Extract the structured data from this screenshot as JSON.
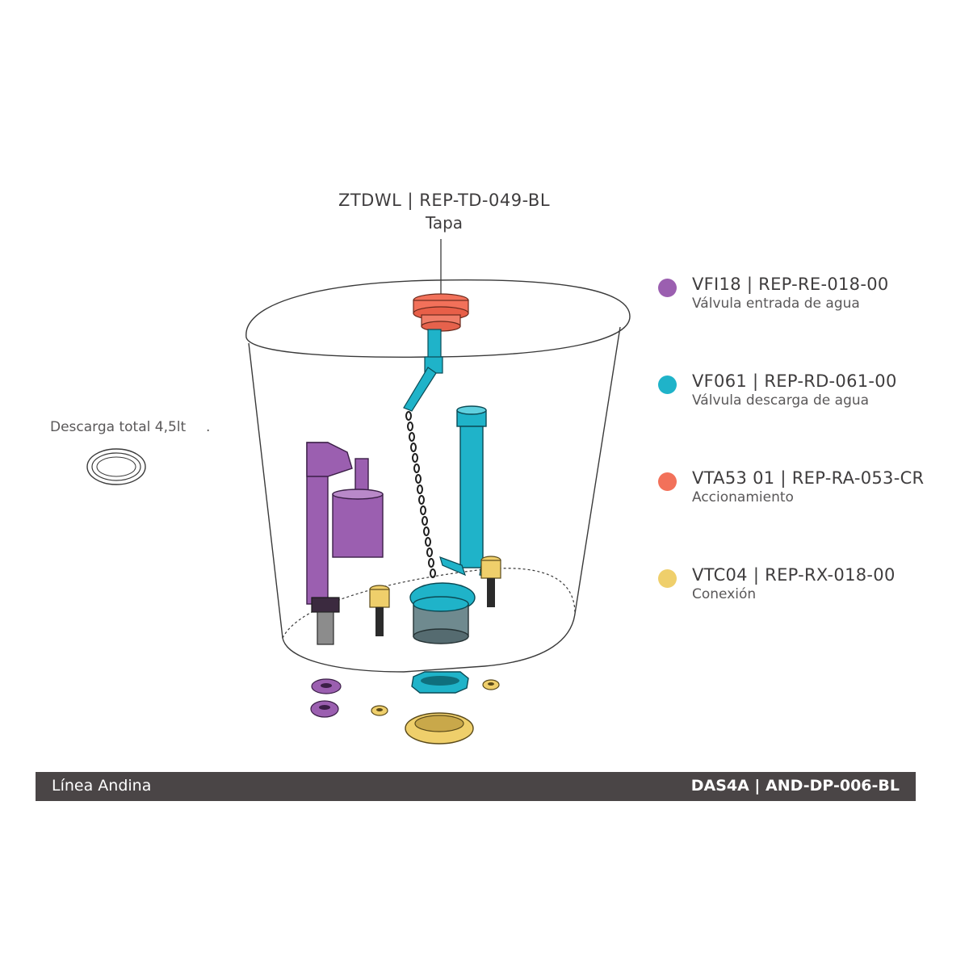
{
  "top_part": {
    "code": "ZTDWL | REP-TD-049-BL",
    "name": "Tapa"
  },
  "legend": [
    {
      "code": "VFI18 | REP-RE-018-00",
      "description": "Válvula entrada de agua",
      "color": "#9b5fb0"
    },
    {
      "code": "VF061 | REP-RD-061-00",
      "description": "Válvula descarga de agua",
      "color": "#1fb3c9"
    },
    {
      "code": "VTA53 01 | REP-RA-053-CR",
      "description": "Accionamiento",
      "color": "#f2715a"
    },
    {
      "code": "VTC04 | REP-RX-018-00",
      "description": "Conexión",
      "color": "#efcf6b"
    }
  ],
  "side_label": {
    "text": "Descarga total 4,5lt",
    "trailing_mark": "."
  },
  "footer": {
    "left": "Línea Andina",
    "right": "DAS4A | AND-DP-006-BL",
    "color": "#4a4546"
  }
}
